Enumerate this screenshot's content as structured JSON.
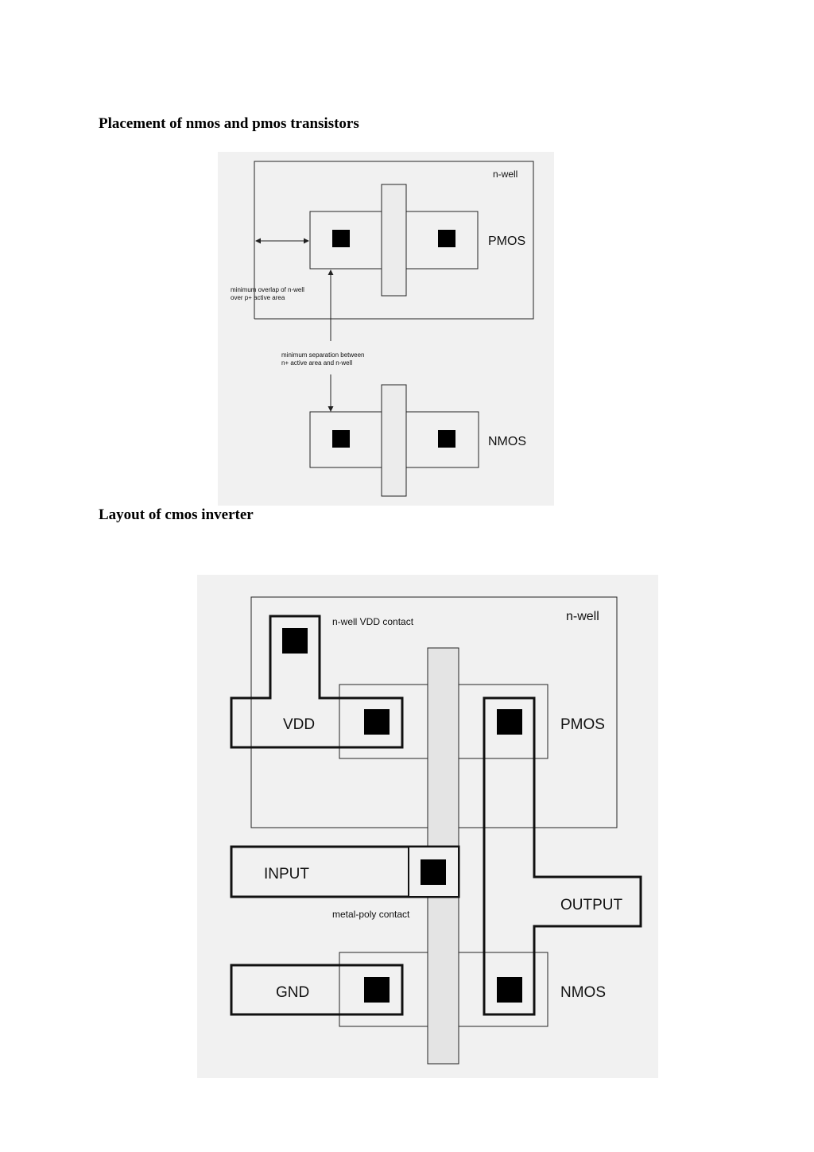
{
  "headings": {
    "placement": "Placement of nmos and pmos transistors",
    "layout": "Layout of cmos inverter"
  },
  "figure1": {
    "nwell_label": "n-well",
    "pmos_label": "PMOS",
    "nmos_label": "NMOS",
    "overlap_note_line1": "minimum overlap of n-well",
    "overlap_note_line2": "over p+ active area",
    "separation_note_line1": "minimum separation between",
    "separation_note_line2": "n+ active area and n-well"
  },
  "figure2": {
    "nwell_label": "n-well",
    "vdd_contact_label": "n-well VDD contact",
    "vdd_label": "VDD",
    "pmos_label": "PMOS",
    "input_label": "INPUT",
    "output_label": "OUTPUT",
    "metal_poly_label": "metal-poly contact",
    "gnd_label": "GND",
    "nmos_label": "NMOS"
  },
  "colors": {
    "figure_background": "#f1f1f1",
    "poly_fill": "#e4e4e4",
    "contact_fill": "#000000",
    "line": "#222222"
  }
}
